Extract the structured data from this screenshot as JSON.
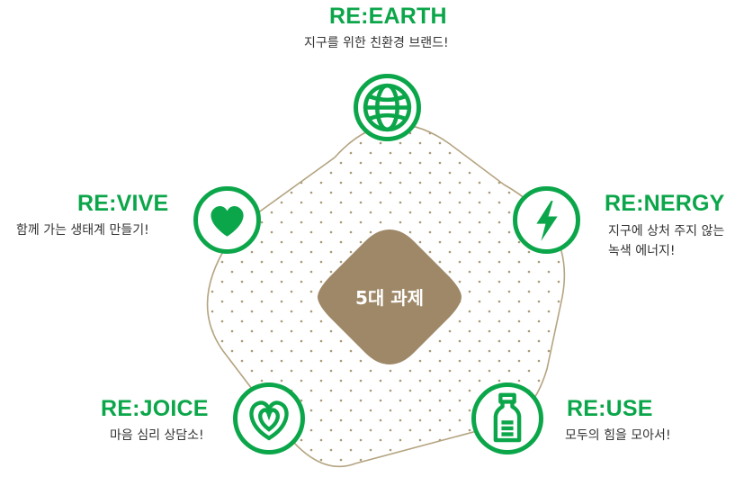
{
  "center": {
    "label": "5대 과제"
  },
  "colors": {
    "accent": "#0ca64a",
    "center_fill": "#9e8867",
    "outline": "#b4a480",
    "dots": "#a89a76"
  },
  "nodes": [
    {
      "id": "earth",
      "title": "RE:EARTH",
      "desc": [
        "지구를 위한 친환경 브랜드!"
      ],
      "icon": "globe-icon"
    },
    {
      "id": "nergy",
      "title": "RE:NERGY",
      "desc": [
        "지구에 상처 주지 않는",
        "녹색 에너지!"
      ],
      "icon": "lightning-bolt-icon"
    },
    {
      "id": "use",
      "title": "RE:USE",
      "desc": [
        "모두의 힘을 모아서!"
      ],
      "icon": "bottle-icon"
    },
    {
      "id": "joice",
      "title": "RE:JOICE",
      "desc": [
        "마음 심리 상담소!"
      ],
      "icon": "double-heart-icon"
    },
    {
      "id": "vive",
      "title": "RE:VIVE",
      "desc": [
        "함께 가는 생태계 만들기!"
      ],
      "icon": "heart-icon"
    }
  ]
}
